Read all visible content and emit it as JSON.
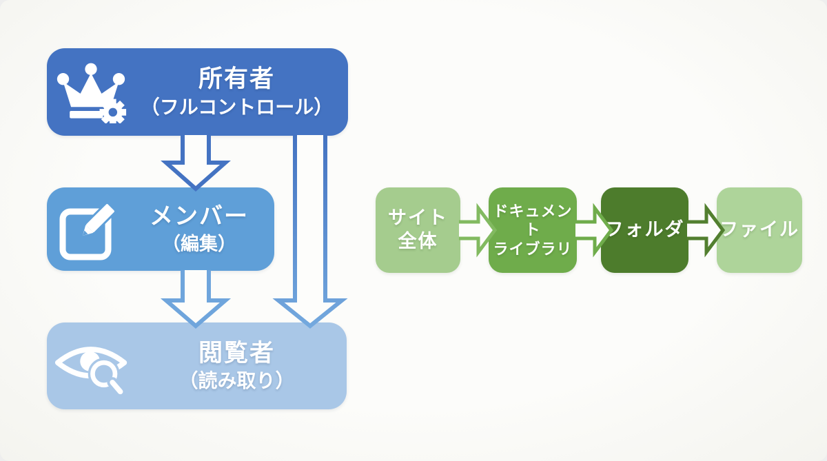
{
  "diagram": {
    "roles": {
      "owner": {
        "title": "所有者",
        "subtitle": "（フルコントロール）",
        "color": "#4473C2",
        "icon": "crown-gear-icon"
      },
      "member": {
        "title": "メンバー",
        "subtitle": "（編集）",
        "color": "#5F9FD8",
        "icon": "edit-pencil-icon"
      },
      "viewer": {
        "title": "閲覧者",
        "subtitle": "（読み取り）",
        "color": "#A9C7E7",
        "icon": "eye-magnifier-icon"
      }
    },
    "role_arrows": {
      "owner_to_member": {
        "color": "#4473C2"
      },
      "member_to_viewer": {
        "color": "#6FA5DC"
      },
      "owner_to_viewer": {
        "color_top": "#4473C2",
        "color_bottom": "#74A9DE"
      }
    },
    "scopes": {
      "site": {
        "label": "サイト\n全体",
        "color": "#A5CC8E"
      },
      "library": {
        "label": "ドキュメント\nライブラリ",
        "color": "#6FAC4B"
      },
      "folder": {
        "label": "フォルダ",
        "color": "#4D7C2C"
      },
      "file": {
        "label": "ファイル",
        "color": "#AED49A"
      }
    },
    "scope_arrows": {
      "site_to_library": {
        "color": "#82BA60"
      },
      "library_to_folder": {
        "color": "#6FAC4B"
      },
      "folder_to_file": {
        "color": "#527F2F"
      }
    },
    "arrow_fill": "#FDFDFB"
  }
}
